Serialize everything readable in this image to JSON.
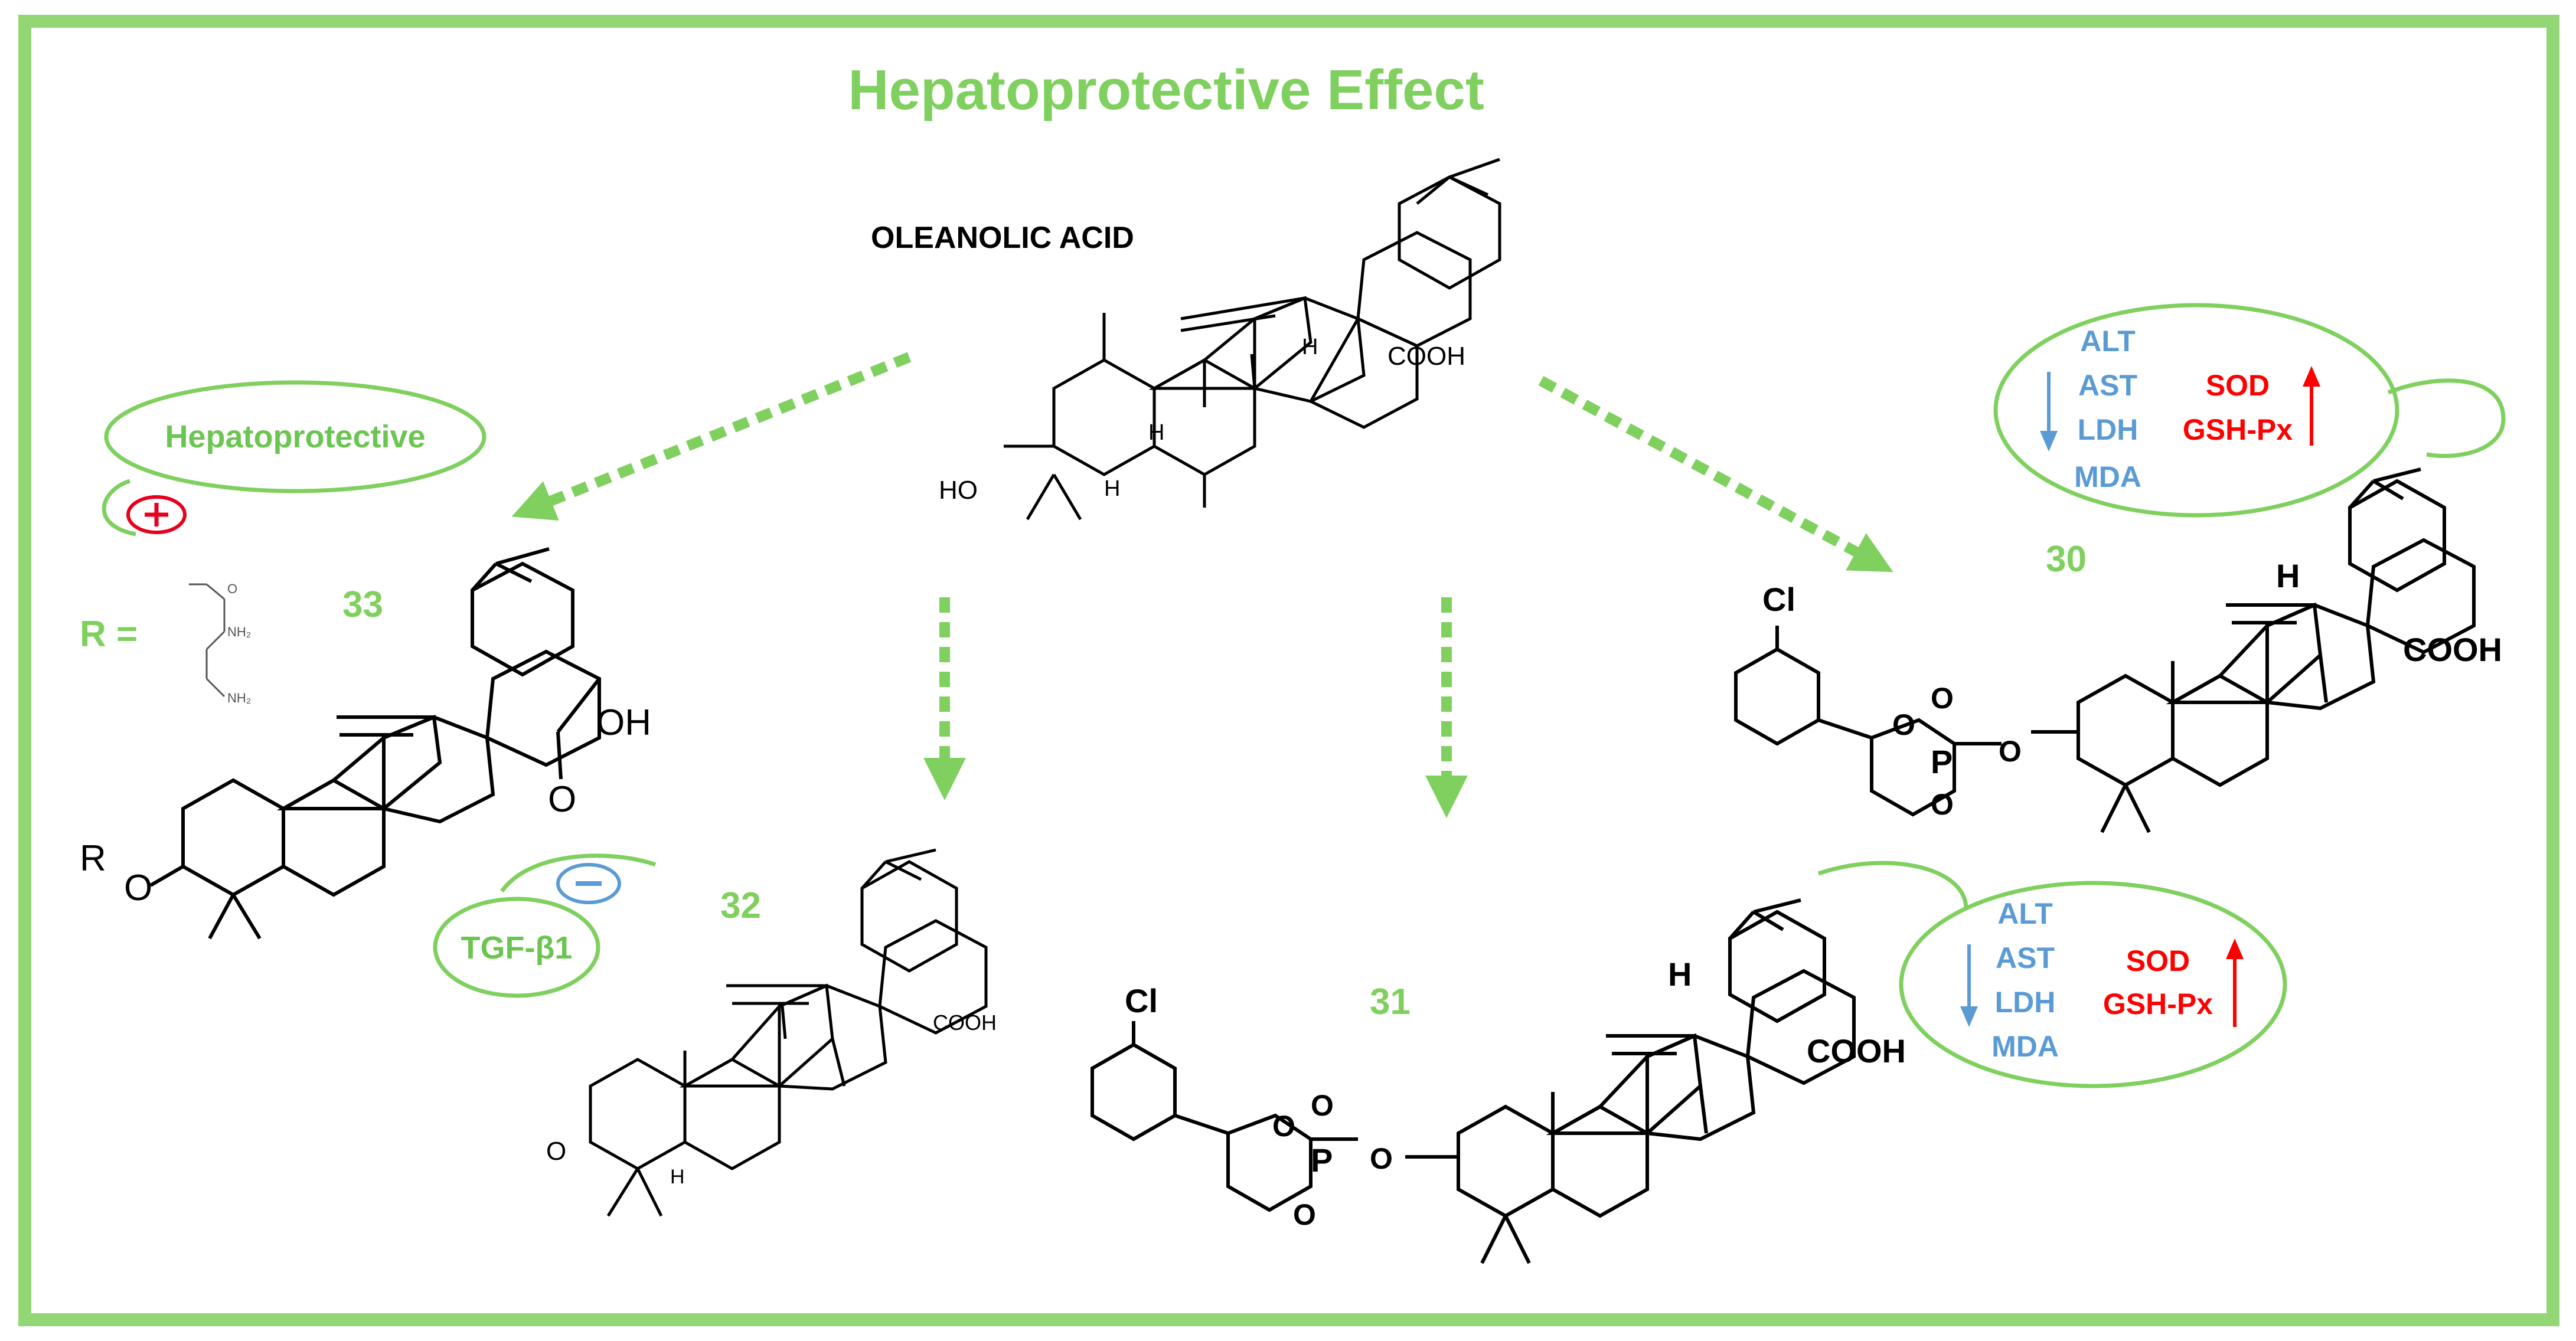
{
  "title": "Hepatoprotective Effect",
  "parent": {
    "name": "OLEANOLIC ACID",
    "cooh": "COOH",
    "ho": "HO",
    "h": "H"
  },
  "compounds": {
    "c30": {
      "label": "30",
      "cl": "Cl",
      "cooh": "COOH",
      "h": "H",
      "o": "O",
      "p": "P"
    },
    "c31": {
      "label": "31",
      "cl": "Cl",
      "cooh": "COOH",
      "h": "H",
      "o": "O",
      "p": "P"
    },
    "c32": {
      "label": "32",
      "cooh": "COOH",
      "o": "O",
      "h": "H"
    },
    "c33": {
      "label": "33",
      "r_eq": "R =",
      "r": "R",
      "o": "O",
      "oh": "OH",
      "nh2": "NH₂",
      "o_small": "O"
    }
  },
  "effects": {
    "hepatoprotective": {
      "label": "Hepatoprotective",
      "sign": "+"
    },
    "tgf": {
      "label": "TGF-β1",
      "sign": "−"
    },
    "panel30": {
      "down": [
        "ALT",
        "AST",
        "LDH",
        "MDA"
      ],
      "up": [
        "SOD",
        "GSH-Px"
      ]
    },
    "panel31": {
      "down": [
        "ALT",
        "AST",
        "LDH",
        "MDA"
      ],
      "up": [
        "SOD",
        "GSH-Px"
      ]
    }
  },
  "colors": {
    "border": "#92d675",
    "accent_green": "#7fd05f",
    "text_green": "#6cc552",
    "down_blue": "#5a9bd5",
    "up_red": "#ff0000",
    "structure": "#000000"
  },
  "icons": {
    "decrease": "down-arrow-icon",
    "increase": "up-arrow-icon",
    "activate": "plus-circle-icon",
    "inhibit": "minus-circle-icon"
  }
}
